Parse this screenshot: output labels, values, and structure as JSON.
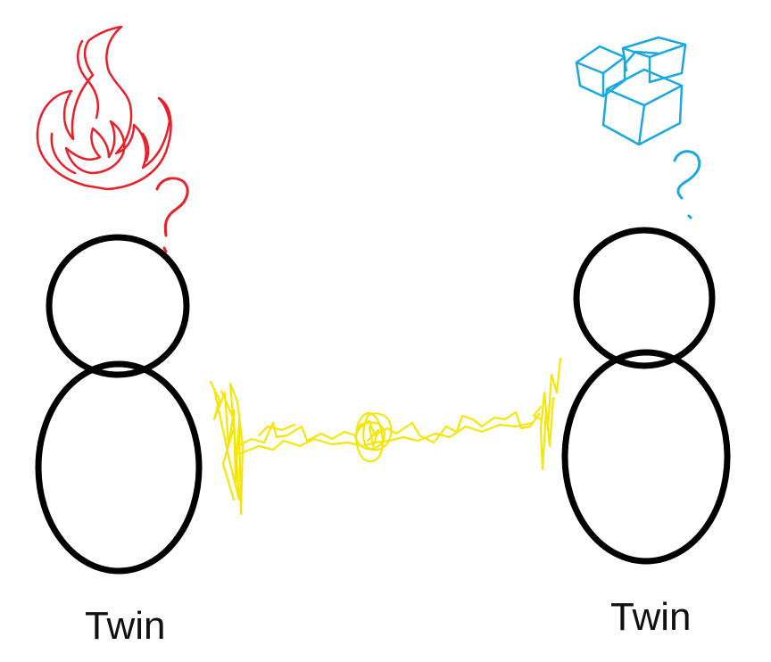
{
  "figures": {
    "left": {
      "label": "Twin"
    },
    "right": {
      "label": "Twin"
    }
  },
  "colors": {
    "outline": "#000000",
    "fire": "#e8202a",
    "ice": "#1ba7e0",
    "connection": "#f5e60a",
    "background": "#ffffff"
  },
  "icons": {
    "left_thought": "flame-icon",
    "right_thought": "ice-cubes-icon",
    "question": "question-mark-icon",
    "link": "scribble-connection"
  }
}
